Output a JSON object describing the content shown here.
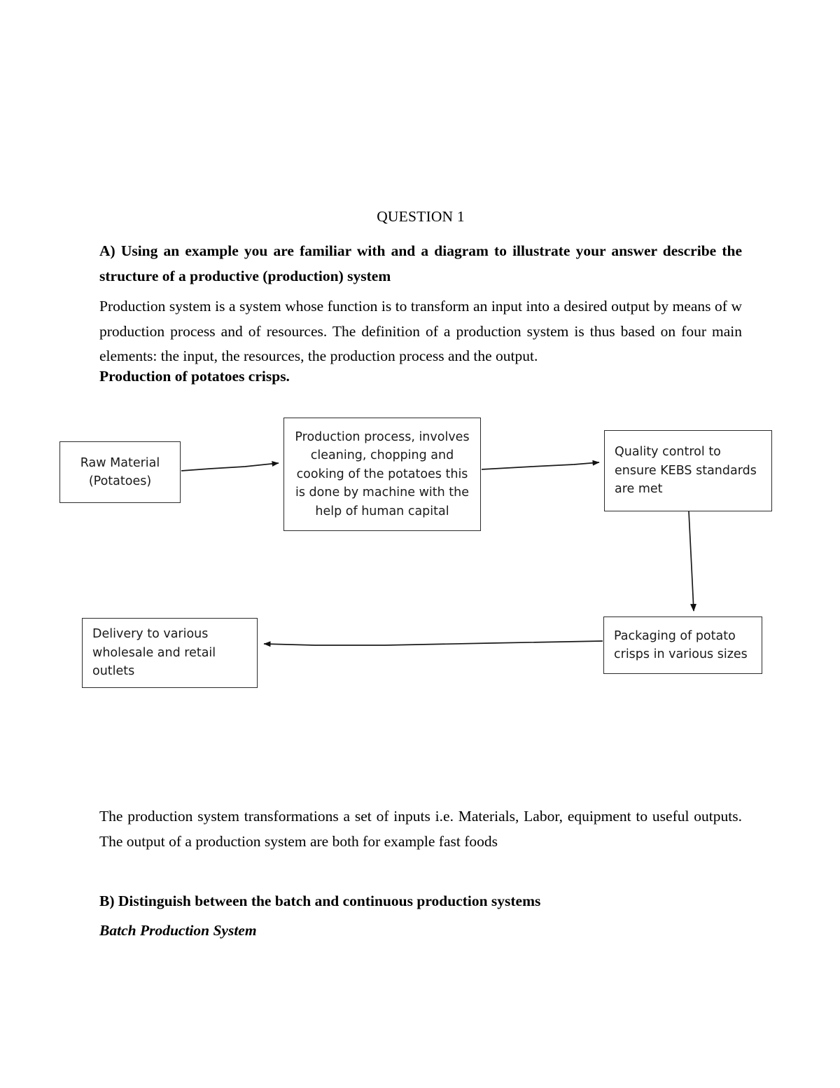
{
  "document": {
    "title": "QUESTION 1",
    "question_a": "A) Using an example you are familiar with and a diagram to illustrate your answer describe the structure of a productive (production) system",
    "paragraph_1": "Production system is a system whose function is to transform an input into a desired output by means of w production process and of resources. The definition of a production system is thus based on four main elements: the input, the resources, the production process and the output.",
    "subheading": "Production of potatoes crisps.",
    "paragraph_2": "The production system transformations a set of inputs i.e. Materials, Labor, equipment to useful outputs. The output of a production system are both for example fast foods",
    "question_b": "B) Distinguish between the batch and continuous production systems",
    "question_b_subheading": "Batch Production System"
  },
  "diagram": {
    "nodes": [
      {
        "id": "raw-material",
        "label": "Raw Material\n(Potatoes)"
      },
      {
        "id": "production-process",
        "label": "Production process, involves cleaning, chopping and cooking of the potatoes this is done by machine with the help of human capital"
      },
      {
        "id": "quality-control",
        "label": "Quality control to ensure KEBS standards are met"
      },
      {
        "id": "packaging",
        "label": "Packaging of potato crisps in various sizes"
      },
      {
        "id": "delivery",
        "label": "Delivery to various wholesale and retail outlets"
      }
    ],
    "node_text": {
      "raw_material_line1": "Raw Material",
      "raw_material_line2": "(Potatoes)",
      "process_line1": "Production process, involves",
      "process_line2": "cleaning, chopping and",
      "process_line3": "cooking of the potatoes this",
      "process_line4": "is done by machine with the",
      "process_line5": "help of human capital",
      "quality_line1": "Quality control to",
      "quality_line2": "ensure KEBS standards",
      "quality_line3": "are met",
      "packaging_line1": "Packaging of potato",
      "packaging_line2": "crisps in various sizes",
      "delivery_line1": "Delivery to various",
      "delivery_line2": "wholesale and retail",
      "delivery_line3": "outlets"
    },
    "edges": [
      {
        "id": "raw-to-process",
        "from": "raw-material",
        "to": "production-process",
        "direction": "right"
      },
      {
        "id": "process-to-quality",
        "from": "production-process",
        "to": "quality-control",
        "direction": "right"
      },
      {
        "id": "quality-to-packaging",
        "from": "quality-control",
        "to": "packaging",
        "direction": "down"
      },
      {
        "id": "packaging-to-delivery",
        "from": "packaging",
        "to": "delivery",
        "direction": "left"
      }
    ],
    "colors": {
      "border": "#2b2b2b",
      "line": "#1a1a1a",
      "text": "#1a1a1a",
      "background": "#ffffff"
    }
  }
}
